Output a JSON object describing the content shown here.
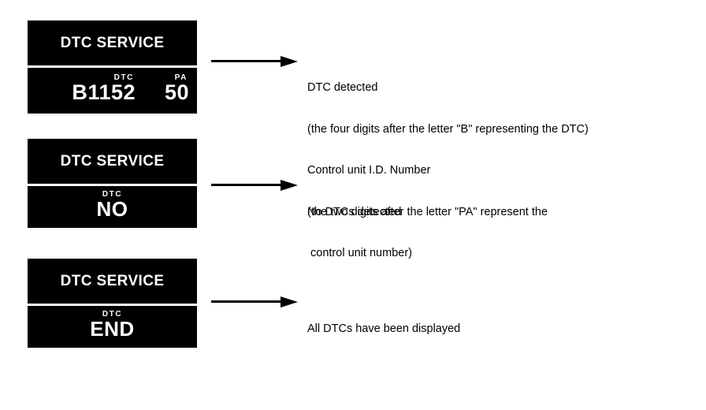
{
  "page": {
    "background_color": "#ffffff",
    "display_background_color": "#000000",
    "display_text_color": "#ffffff",
    "annotation_text_color": "#000000"
  },
  "blocks": [
    {
      "title": "DTC SERVICE",
      "fields": [
        {
          "label": "DTC",
          "value": "B1152"
        },
        {
          "label": "PA",
          "value": "50"
        }
      ],
      "arrow": "right-arrow",
      "annotation_lines": [
        "DTC detected",
        "(the four digits after the letter \"B\" representing the DTC)",
        "Control unit I.D. Number",
        "(the two digits after the letter \"PA\" represent the",
        " control unit number)"
      ]
    },
    {
      "title": "DTC SERVICE",
      "fields": [
        {
          "label": "DTC",
          "value": "NO"
        }
      ],
      "arrow": "right-arrow",
      "annotation_lines": [
        "No DTCs detected"
      ]
    },
    {
      "title": "DTC SERVICE",
      "fields": [
        {
          "label": "DTC",
          "value": "END"
        }
      ],
      "arrow": "right-arrow",
      "annotation_lines": [
        "All DTCs have been displayed"
      ]
    }
  ]
}
